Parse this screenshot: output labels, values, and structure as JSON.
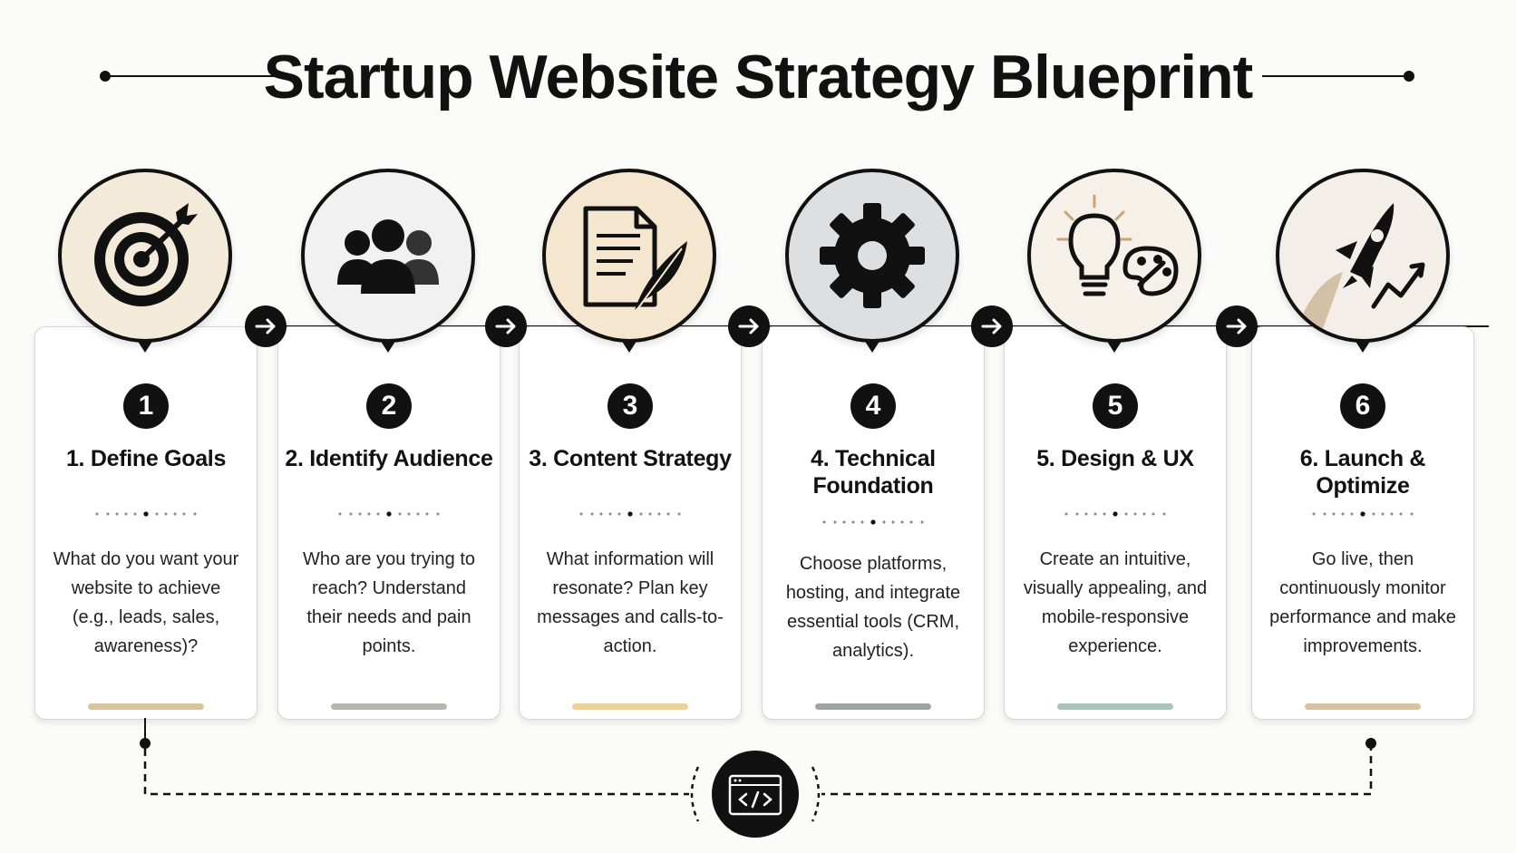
{
  "title": "Startup Website Strategy Blueprint",
  "steps": [
    {
      "number": "1",
      "title": "1. Define Goals",
      "description": "What do you want your website to achieve (e.g., leads, sales, awareness)?",
      "icon": "target-icon",
      "circle_color": "#f3ead9",
      "bar_color": "#d9c3a0"
    },
    {
      "number": "2",
      "title": "2. Identify Audience",
      "description": "Who are you trying to reach? Understand their needs and pain points.",
      "icon": "people-icon",
      "circle_color": "#f1f1f1",
      "bar_color": "#b7b7b2"
    },
    {
      "number": "3",
      "title": "3. Content Strategy",
      "description": "What information will resonate? Plan key messages and calls-to-action.",
      "icon": "document-quill-icon",
      "circle_color": "#f4e6cf",
      "bar_color": "#ecd299"
    },
    {
      "number": "4",
      "title": "4. Technical Foundation",
      "description": "Choose platforms, hosting, and integrate essential tools (CRM, analytics).",
      "icon": "gear-icon",
      "circle_color": "#dedfe0",
      "bar_color": "#9ea4a6"
    },
    {
      "number": "5",
      "title": "5. Design & UX",
      "description": "Create an intuitive, visually appealing, and mobile-responsive experience.",
      "icon": "lightbulb-palette-icon",
      "circle_color": "#f6f1e8",
      "bar_color": "#a9c2bb"
    },
    {
      "number": "6",
      "title": "6. Launch & Optimize",
      "description": "Go live, then continuously monitor performance and make improvements.",
      "icon": "rocket-growth-icon",
      "circle_color": "#f3efe8",
      "bar_color": "#d7c3a3"
    }
  ],
  "bottom_icon": "code-window-icon"
}
